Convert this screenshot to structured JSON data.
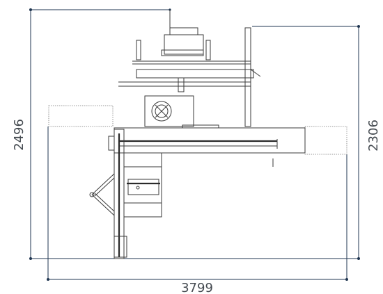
{
  "dimensions": {
    "left_height": "2496",
    "right_height": "2306",
    "bottom_width": "3799"
  },
  "colors": {
    "dimension_line": "#1f3550",
    "dimension_text": "#444a50",
    "machine_stroke": "#3a3a3a"
  }
}
